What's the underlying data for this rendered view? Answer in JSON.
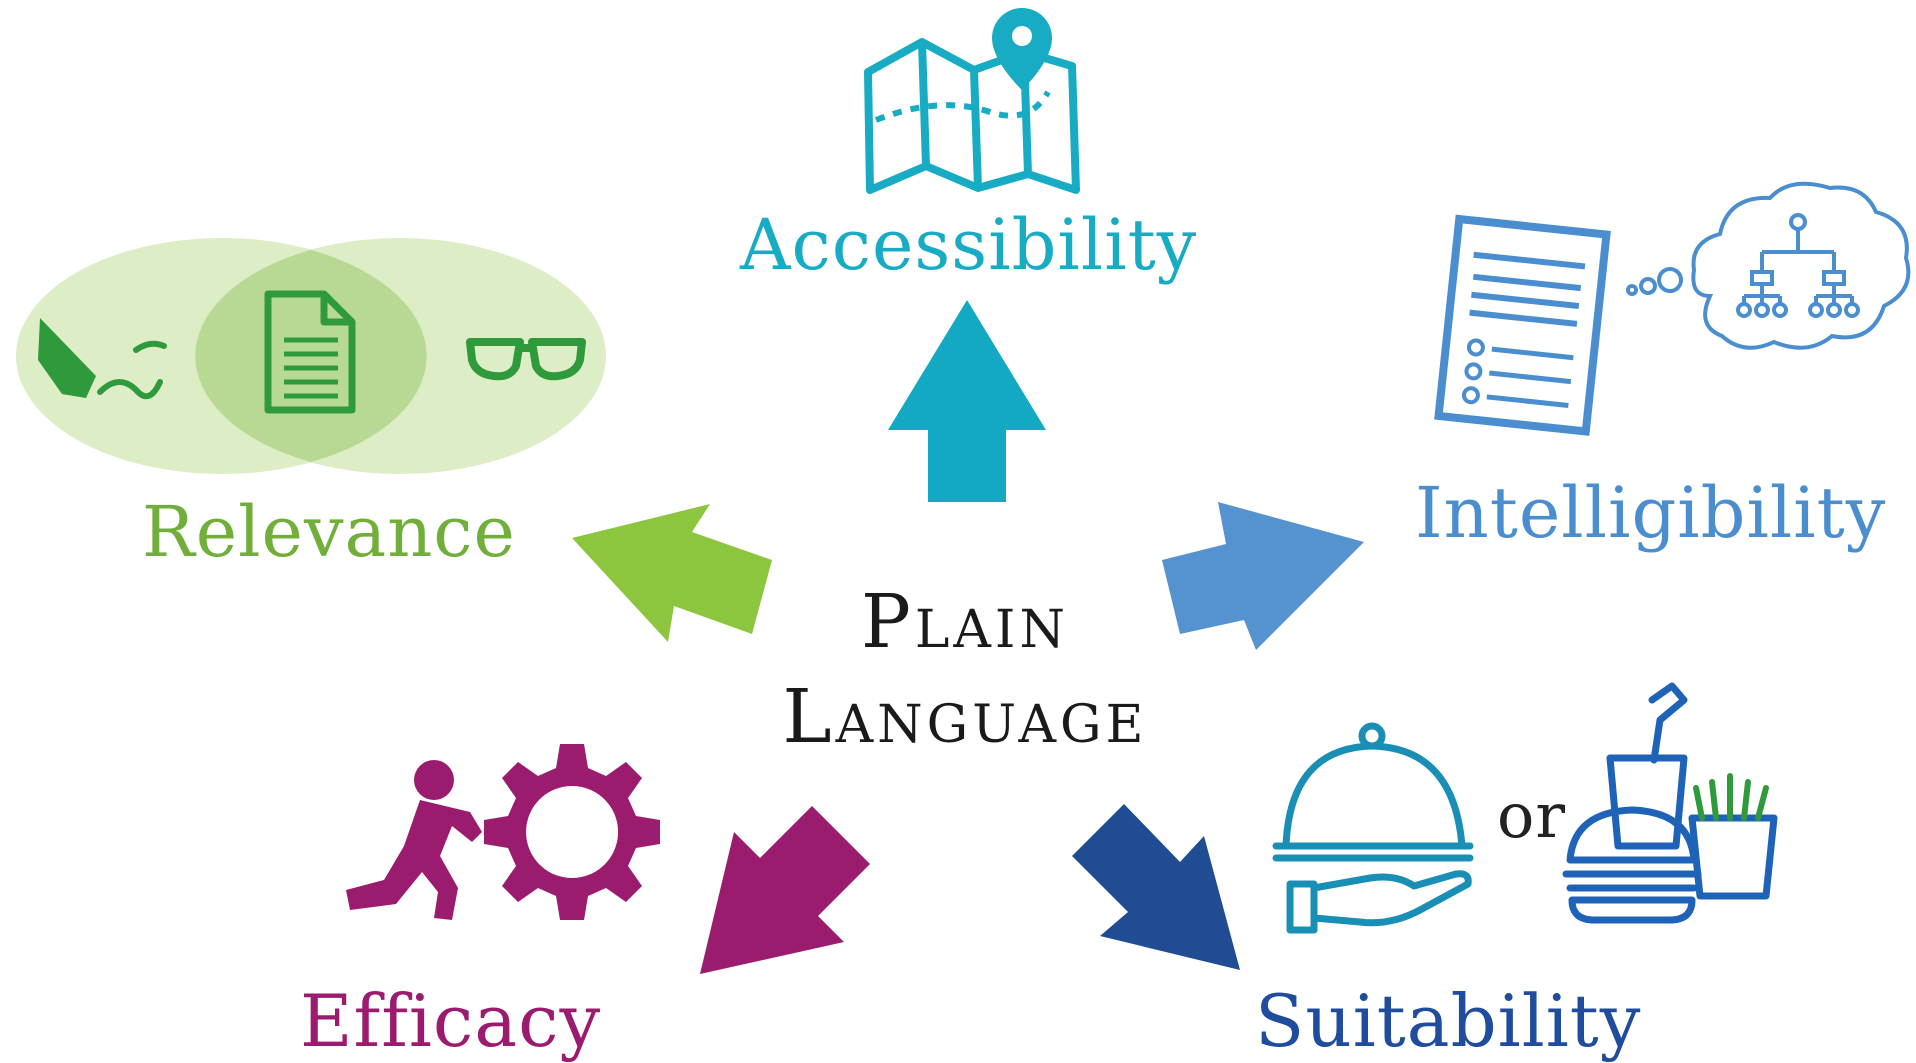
{
  "center": {
    "line1": "Plain",
    "line2": "Language"
  },
  "labels": {
    "accessibility": "Accessibility",
    "intelligibility": "Intelligibility",
    "relevance": "Relevance",
    "efficacy": "Efficacy",
    "suitability": "Suitability",
    "or": "or"
  },
  "colors": {
    "accessibility": "#18acc4",
    "intelligibility": "#4a8ed0",
    "relevance": "#72af3a",
    "relevance_arrow": "#8cc63f",
    "efficacy": "#9b1b6e",
    "suitability": "#1f4c9c",
    "text": "#1a1a1a"
  },
  "icons": {
    "accessibility": [
      "map-icon",
      "location-pin-icon"
    ],
    "intelligibility": [
      "document-icon",
      "thought-cloud-icon",
      "org-chart-icon"
    ],
    "relevance": [
      "pen-icon",
      "document-icon",
      "glasses-icon",
      "venn-diagram"
    ],
    "efficacy": [
      "person-pushing-gear-icon"
    ],
    "suitability": [
      "serving-cloche-icon",
      "fast-food-icon"
    ]
  }
}
